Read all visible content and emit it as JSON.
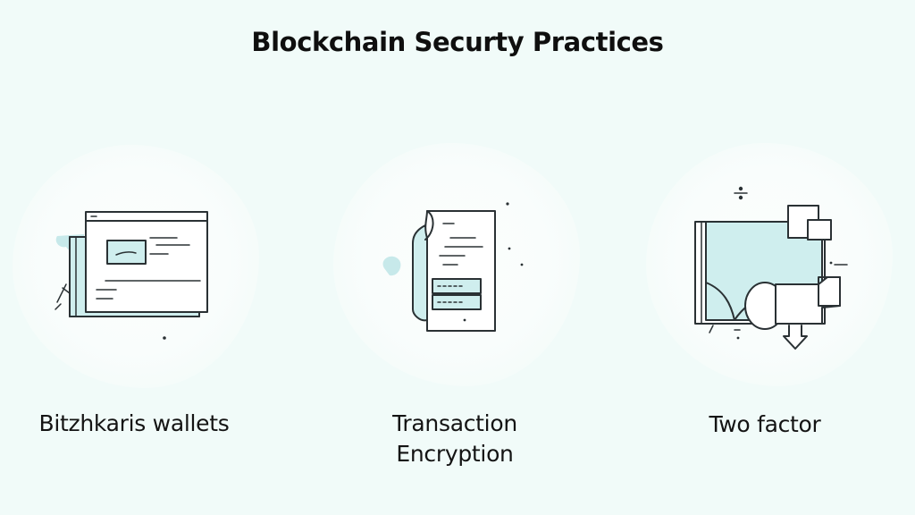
{
  "title": "Blockchain Securty Practices",
  "items": [
    {
      "caption_lines": [
        "Bitzhkaris wallets"
      ],
      "icon": "wallet-window-icon"
    },
    {
      "caption_lines": [
        "Transaction",
        "Encryption"
      ],
      "icon": "encrypted-document-icon"
    },
    {
      "caption_lines": [
        "Two factor"
      ],
      "icon": "two-factor-devices-icon"
    }
  ],
  "colors": {
    "background": "#f1fbf9",
    "accent_fill": "#cfeeee",
    "accent_splash": "#c7e9ea",
    "line": "#2a3134"
  }
}
